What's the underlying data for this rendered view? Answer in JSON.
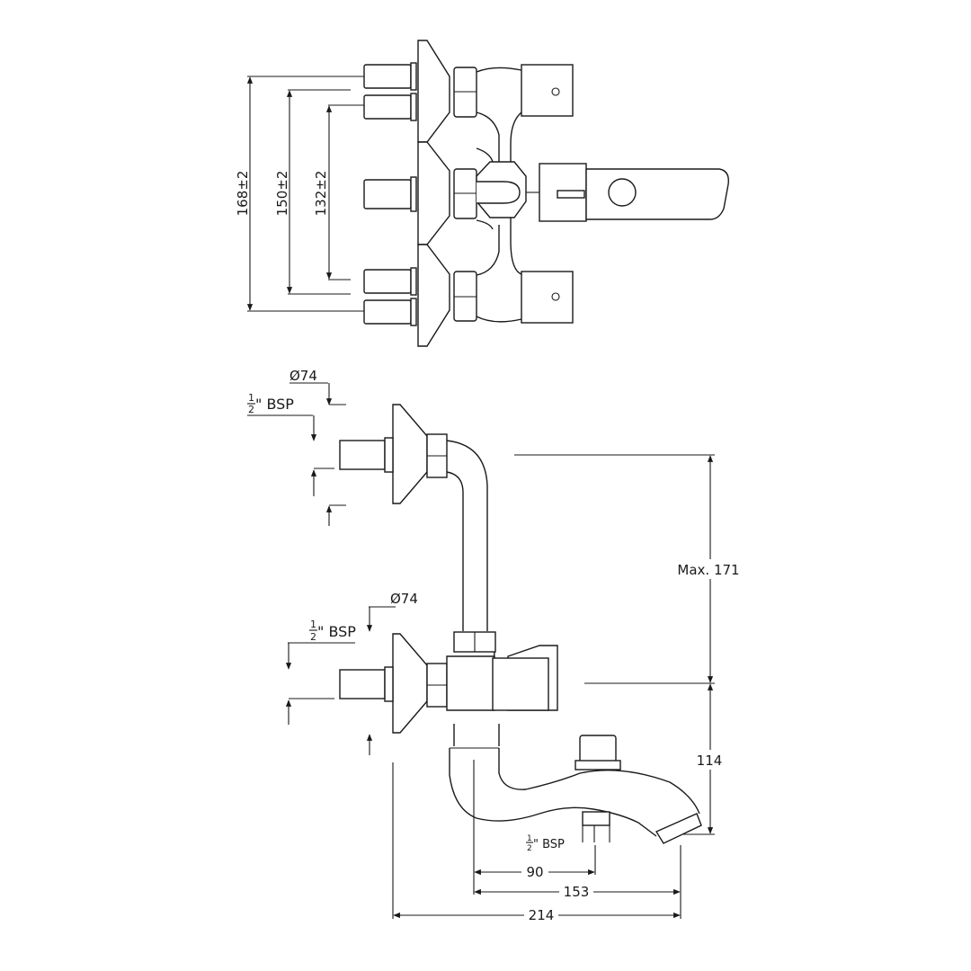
{
  "top_view": {
    "dims": {
      "outer": "168±2",
      "middle": "150±2",
      "inner": "132±2"
    }
  },
  "side_view": {
    "upper_inlet": {
      "diameter": "Ø74",
      "thread_frac_num": "1",
      "thread_frac_den": "2",
      "thread_text": "\" BSP"
    },
    "lower_inlet": {
      "diameter": "Ø74",
      "thread_frac_num": "1",
      "thread_frac_den": "2",
      "thread_text": "\" BSP"
    },
    "outlet": {
      "thread_frac_num": "1",
      "thread_frac_den": "2",
      "thread_text": "\" BSP"
    },
    "dims": {
      "height_max": "Max. 171",
      "height_spout": "114",
      "length_90": "90",
      "length_153": "153",
      "length_214": "214"
    }
  }
}
